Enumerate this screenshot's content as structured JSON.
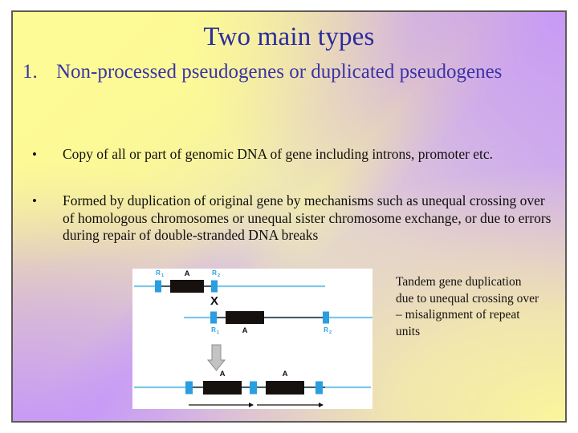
{
  "slide": {
    "title": "Two main types",
    "heading": {
      "number": "1.",
      "text": "Non-processed pseudogenes or duplicated pseudogenes"
    },
    "bullets": [
      {
        "marker": "•",
        "text": "Copy of all or part of genomic DNA of gene including introns, promoter etc."
      },
      {
        "marker": "•",
        "text": "Formed by duplication of original gene by mechanisms such as unequal crossing over of homologous chromosomes or unequal sister chromosome exchange, or due to errors during repair of double-stranded DNA breaks"
      }
    ],
    "figure": {
      "caption": "Tandem gene duplication due to unequal crossing over – misalignment of repeat units",
      "crossover_symbol": "X",
      "chromatid_top": {
        "repeat_left_label": "R₁",
        "gene_label": "A",
        "repeat_right_label": "R₂"
      },
      "chromatid_bottom": {
        "repeat_left_label": "R₁",
        "gene_label": "A",
        "repeat_right_label": "R₂"
      },
      "product": {
        "gene_label_left": "A",
        "gene_label_right": "A"
      },
      "colors": {
        "strand": "#7ec8ea",
        "repeat_unit": "#2a9ee0",
        "gene_box": "#16100f",
        "label_blue": "#2a9ee0",
        "arrow_gray": "#b9b9b9",
        "panel_background": "#ffffff"
      }
    },
    "theme": {
      "title_color": "#2b2b9e",
      "heading_color": "#3a33a8",
      "body_color": "#100f0d",
      "background_yellow": "#fdfb95",
      "background_purple": "#c79bf7",
      "border_color": "#5f5a55"
    }
  }
}
